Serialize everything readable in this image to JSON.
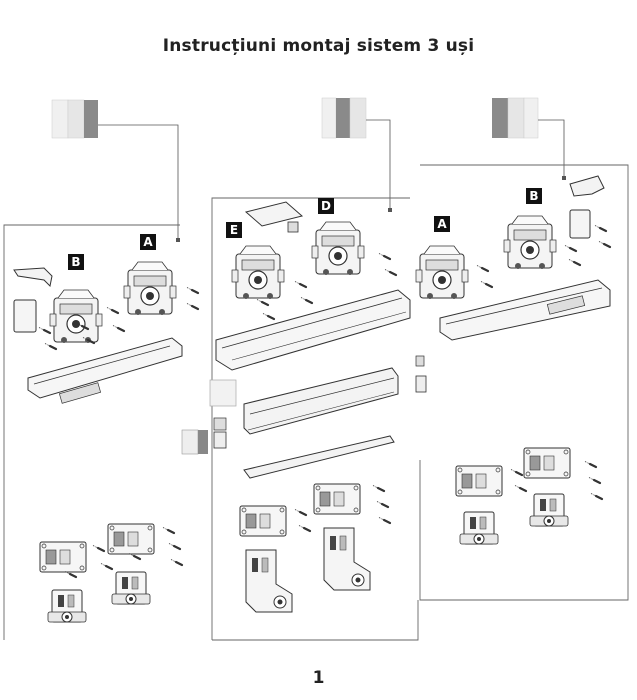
{
  "document": {
    "title": "Instrucțiuni montaj sistem 3 uși",
    "page_number": "1"
  },
  "part_labels": [
    "A",
    "B",
    "D",
    "E",
    "A",
    "B"
  ],
  "colors": {
    "ink": "#333333",
    "label_bg": "#111111",
    "panel_light": "#e6e6e6",
    "panel_dark": "#8a8a8a"
  },
  "icons": [
    "door-panel-icon",
    "roller-carriage-icon",
    "screw-icon",
    "bracket-icon",
    "guide-plate-icon",
    "track-rail-icon"
  ]
}
